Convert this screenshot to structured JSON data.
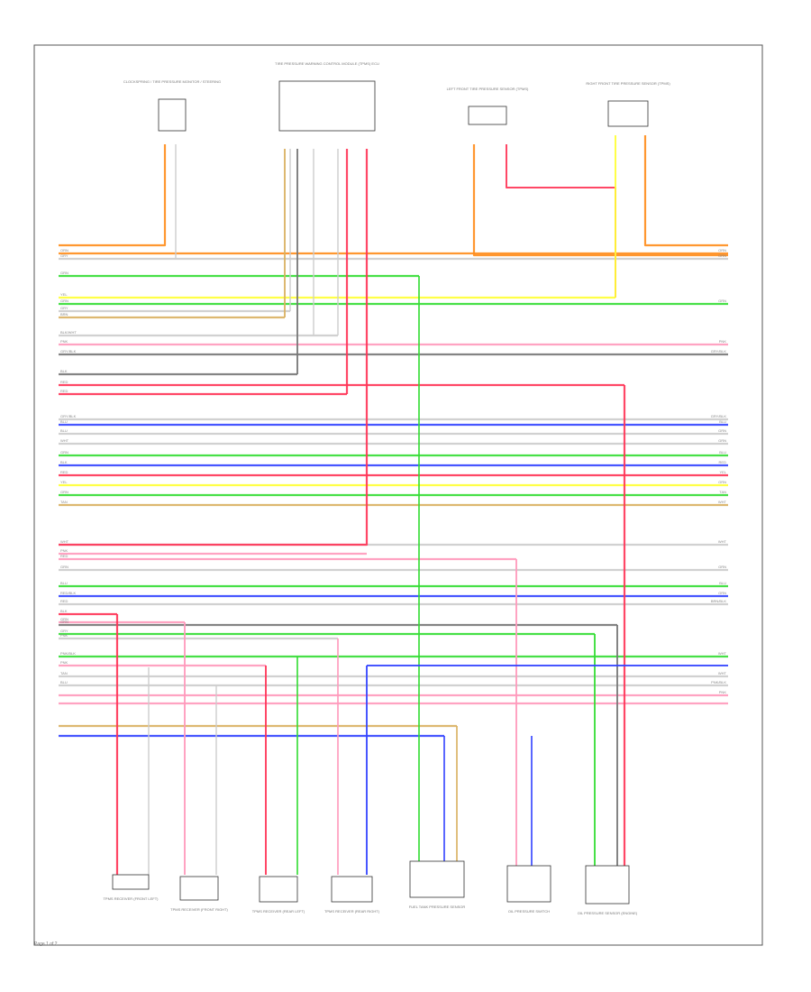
{
  "diagram": {
    "footer_label": "Page 1 of 2",
    "top_components": [
      {
        "id": "c1",
        "label": "CLOCKSPRING / TIRE PRESSURE MONITOR / STEERING"
      },
      {
        "id": "c2",
        "label": "TIRE PRESSURE WARNING CONTROL MODULE (TPMS) ECU"
      },
      {
        "id": "c3",
        "label": "LEFT FRONT TIRE PRESSURE SENSOR (TPMS)"
      },
      {
        "id": "c4",
        "label": "RIGHT FRONT TIRE PRESSURE SENSOR (TPMS)"
      }
    ],
    "bottom_components": [
      {
        "id": "b1",
        "label": "TPMS RECEIVER (FRONT LEFT)"
      },
      {
        "id": "b2",
        "label": "TPMS RECEIVER (FRONT RIGHT)"
      },
      {
        "id": "b3",
        "label": "TPMS RECEIVER (REAR LEFT)"
      },
      {
        "id": "b4",
        "label": "TPMS RECEIVER (REAR RIGHT)"
      },
      {
        "id": "b5",
        "label": "FUEL TANK PRESSURE SENSOR"
      },
      {
        "id": "b6",
        "label": "OIL PRESSURE SWITCH"
      },
      {
        "id": "b7",
        "label": "OIL PRESSURE SENSOR (ENGINE)"
      }
    ],
    "wire_colors": {
      "orange": "#ff8c1a",
      "green": "#33dd33",
      "yellow": "#ffff33",
      "red": "#ff3355",
      "pink": "#ff99bb",
      "blue": "#3344ff",
      "gray": "#777777",
      "light_gray": "#cccccc",
      "tan": "#d9b060",
      "black": "#222222"
    },
    "left_wire_labels": [
      "ORN",
      "GRY",
      "GRN",
      "YEL",
      "GRN",
      "GRY",
      "BRN",
      "BLK/WHT",
      "PNK",
      "GRY/BLK",
      "BLK",
      "RED",
      "RED",
      "GRY/BLK",
      "BLU",
      "BLU",
      "WHT",
      "GRN",
      "BLK",
      "RED",
      "YEL",
      "GRN",
      "TAN",
      "WHT",
      "PNK",
      "RED",
      "GRN",
      "BLU",
      "RED/BLK",
      "RED",
      "BLK",
      "GRN",
      "GRN",
      "GRY",
      "PNK",
      "PNK/BLK",
      "PNK",
      "TAN",
      "BLU"
    ],
    "right_wire_labels": [
      "ORN",
      "ORN",
      "GRN",
      "PNK",
      "GRY/BLK",
      "GRY/BLK",
      "BLU",
      "GRN",
      "GRN",
      "BLU",
      "RED",
      "YEL",
      "GRN",
      "TAN",
      "WHT",
      "WHT",
      "GRN",
      "BLU",
      "GRN",
      "BRN/BLK",
      "WHT",
      "WHT",
      "PNK/BLK",
      "PNK"
    ]
  }
}
